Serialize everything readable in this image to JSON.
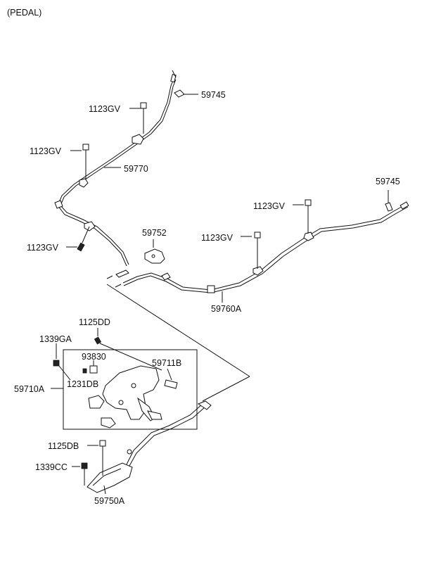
{
  "title": "(PEDAL)",
  "labels": {
    "p59745_top": "59745",
    "p1123gv_a": "1123GV",
    "p1123gv_b": "1123GV",
    "p59770": "59770",
    "p1123gv_c": "1123GV",
    "p59745_right": "59745",
    "p1123gv_d": "1123GV",
    "p59752": "59752",
    "p1123gv_e": "1123GV",
    "p59760a": "59760A",
    "p1125dd": "1125DD",
    "p1339ga": "1339GA",
    "p93830": "93830",
    "p59711b": "59711B",
    "p1231db": "1231DB",
    "p59710a": "59710A",
    "p1125db": "1125DB",
    "p1339cc": "1339CC",
    "p59750a": "59750A"
  }
}
